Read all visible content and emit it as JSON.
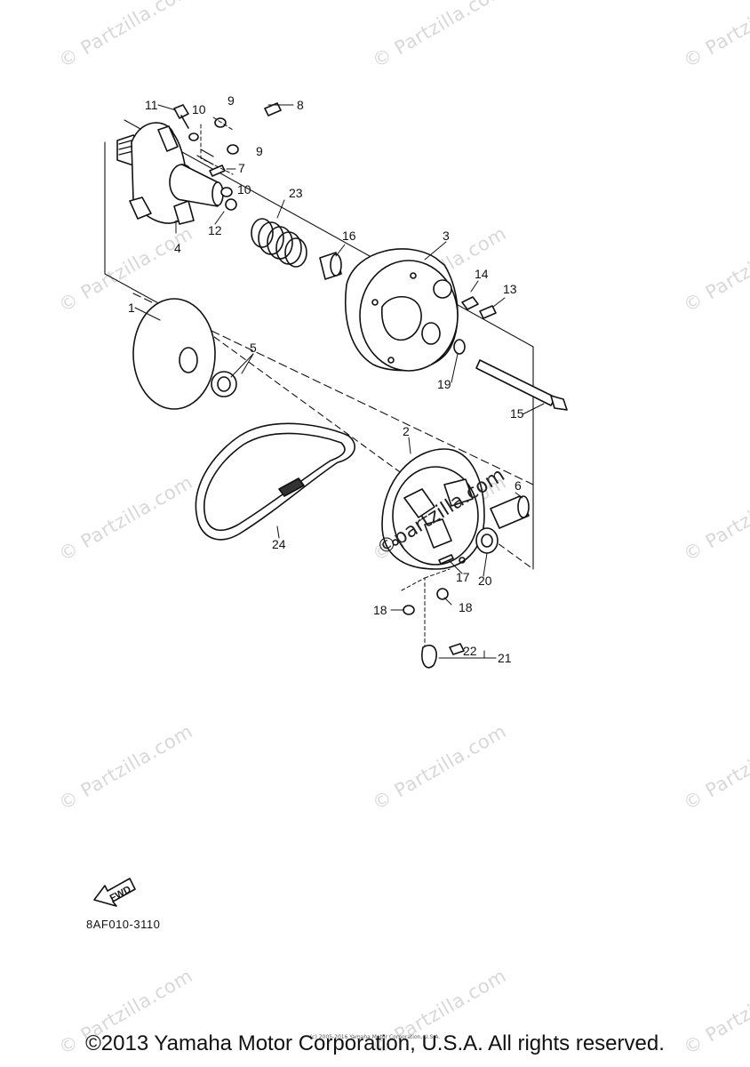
{
  "watermark": {
    "text": "© Partzilla.com",
    "color": "#d8d8d8"
  },
  "callouts": [
    "1",
    "2",
    "3",
    "4",
    "5",
    "6",
    "7",
    "8",
    "9",
    "9",
    "10",
    "10",
    "11",
    "12",
    "13",
    "14",
    "15",
    "16",
    "17",
    "18",
    "18",
    "19",
    "20",
    "21",
    "22",
    "23",
    "24"
  ],
  "stamp_text": "©partzilla.com",
  "fwd_label": "FWD",
  "diagram_code": "8AF010-3110",
  "small_copyright": "(c) 2005-2016 Yamaha Motor Corporation, U.S.A.",
  "copyright": "©2013 Yamaha Motor Corporation, U.S.A. All rights reserved."
}
